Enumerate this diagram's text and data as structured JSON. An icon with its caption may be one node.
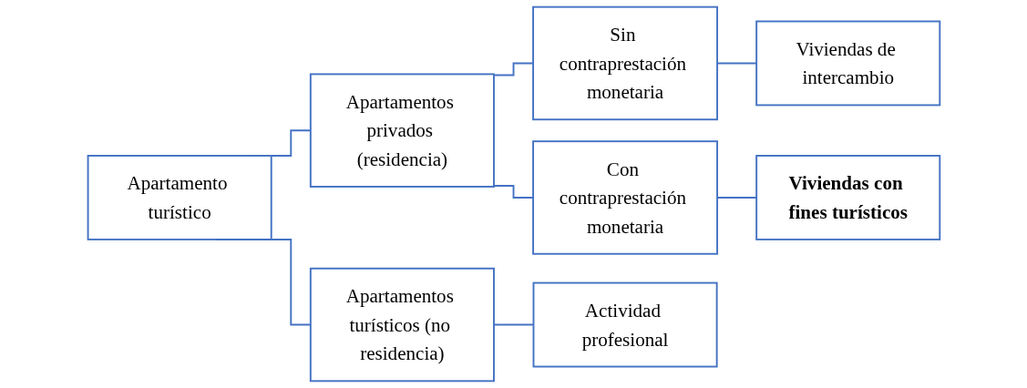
{
  "diagram": {
    "nodes": [
      {
        "text": [
          "Apartamento turístico"
        ]
      },
      {
        "text": [
          "Apartamentos privados (residencia)"
        ]
      },
      {
        "text": [
          "Apartamentos turísticos (no residencia)"
        ]
      },
      {
        "text": [
          "Sin contraprestación monetaria"
        ]
      },
      {
        "text": [
          "Con contraprestación monetaria"
        ]
      },
      {
        "text": [
          "Viviendas de intercambio"
        ]
      },
      {
        "text": [
          "Viviendas con fines turísticos"
        ]
      },
      {
        "text": [
          "Actividad profesional"
        ]
      }
    ],
    "edges": [
      {
        "from": 0,
        "to": 1,
        "arrow": "none"
      },
      {
        "from": 0,
        "to": 2,
        "arrow": "none"
      },
      {
        "from": 1,
        "to": 3,
        "arrow": "none"
      },
      {
        "from": 1,
        "to": 4,
        "arrow": "none"
      },
      {
        "from": 3,
        "to": 5,
        "arrow": "none"
      },
      {
        "from": 4,
        "to": 6,
        "arrow": "none"
      },
      {
        "from": 2,
        "to": 7,
        "arrow": "none"
      }
    ]
  }
}
